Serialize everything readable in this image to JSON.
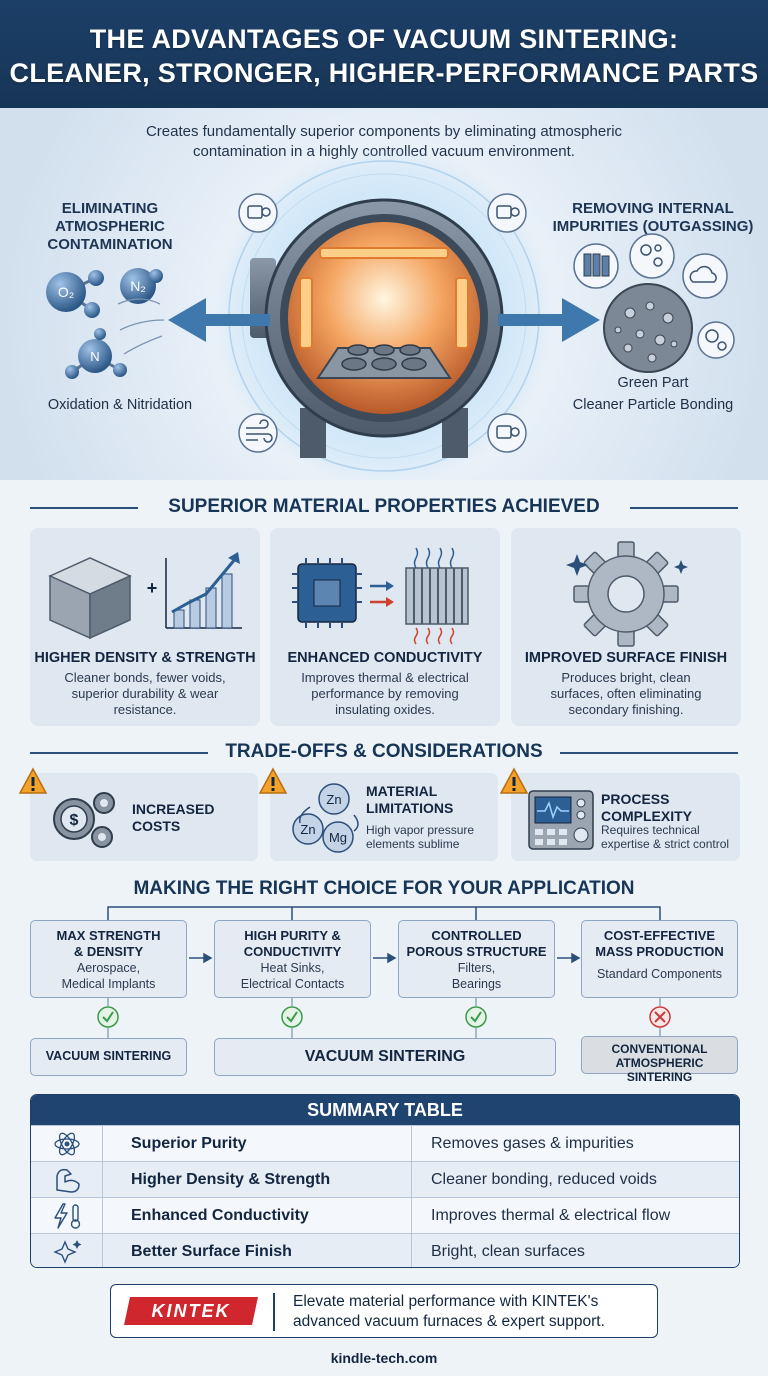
{
  "header": {
    "title_line1": "THE ADVANTAGES OF VACUUM SINTERING:",
    "title_line2": "CLEANER, STRONGER, HIGHER-PERFORMANCE PARTS"
  },
  "hero": {
    "intro_line1": "Creates fundamentally superior components by eliminating atmospheric",
    "intro_line2": "contamination in a highly controlled vacuum environment.",
    "left_title_line1": "ELIMINATING",
    "left_title_line2": "ATMOSPHERIC",
    "left_title_line3": "CONTAMINATION",
    "left_caption": "Oxidation & Nitridation",
    "molecules": [
      "O₂",
      "N₂",
      "N"
    ],
    "right_title_line1": "REMOVING INTERNAL",
    "right_title_line2": "IMPURITIES (OUTGASSING)",
    "right_caption_line1": "Green Part",
    "right_caption_line2": "Cleaner Particle Bonding"
  },
  "properties": {
    "heading": "SUPERIOR MATERIAL PROPERTIES ACHIEVED",
    "items": [
      {
        "name": "HIGHER DENSITY & STRENGTH",
        "desc_line1": "Cleaner bonds, fewer voids,",
        "desc_line2": "superior durability & wear",
        "desc_line3": "resistance.",
        "icon": "metal-block-chart-icon"
      },
      {
        "name": "ENHANCED CONDUCTIVITY",
        "desc_line1": "Improves thermal & electrical",
        "desc_line2": "performance by removing",
        "desc_line3": "insulating oxides.",
        "icon": "chip-heatsink-icon"
      },
      {
        "name": "IMPROVED SURFACE FINISH",
        "desc_line1": "Produces bright, clean",
        "desc_line2": "surfaces, often eliminating",
        "desc_line3": "secondary finishing.",
        "icon": "gear-sparkle-icon"
      }
    ]
  },
  "tradeoffs": {
    "heading": "TRADE-OFFS & CONSIDERATIONS",
    "items": [
      {
        "title_line1": "INCREASED",
        "title_line2": "COSTS",
        "desc_line1": "",
        "desc_line2": ""
      },
      {
        "title_line1": "MATERIAL",
        "title_line2": "LIMITATIONS",
        "desc_line1": "High vapor pressure",
        "desc_line2": "elements sublime",
        "elements": [
          "Zn",
          "Zn",
          "Mg"
        ]
      },
      {
        "title_line1": "PROCESS",
        "title_line2": "COMPLEXITY",
        "desc_line1": "Requires technical",
        "desc_line2": "expertise & strict control"
      }
    ]
  },
  "choice": {
    "heading": "MAKING THE RIGHT CHOICE FOR YOUR APPLICATION",
    "options": [
      {
        "title_line1": "MAX STRENGTH",
        "title_line2": "& DENSITY",
        "desc_line1": "Aerospace,",
        "desc_line2": "Medical Implants"
      },
      {
        "title_line1": "HIGH PURITY &",
        "title_line2": "CONDUCTIVITY",
        "desc_line1": "Heat Sinks,",
        "desc_line2": "Electrical Contacts"
      },
      {
        "title_line1": "CONTROLLED",
        "title_line2": "POROUS STRUCTURE",
        "desc_line1": "Filters,",
        "desc_line2": "Bearings"
      },
      {
        "title_line1": "COST-EFFECTIVE",
        "title_line2": "MASS PRODUCTION",
        "desc_line1": "Standard Components",
        "desc_line2": ""
      }
    ],
    "results": {
      "left": "VACUUM SINTERING",
      "middle": "VACUUM SINTERING",
      "right_line1": "CONVENTIONAL",
      "right_line2": "ATMOSPHERIC SINTERING"
    }
  },
  "summary": {
    "heading": "SUMMARY TABLE",
    "rows": [
      {
        "key": "Superior Purity",
        "value": "Removes gases & impurities",
        "icon": "atom-icon"
      },
      {
        "key": "Higher Density & Strength",
        "value": "Cleaner bonding, reduced voids",
        "icon": "flexed-arm-icon"
      },
      {
        "key": "Enhanced Conductivity",
        "value": "Improves thermal & electrical flow",
        "icon": "bolt-thermometer-icon"
      },
      {
        "key": "Better Surface Finish",
        "value": "Bright, clean surfaces",
        "icon": "sparkle-icon"
      }
    ]
  },
  "footer": {
    "logo": "KINTEK",
    "text_line1": "Elevate material performance with KINTEK's",
    "text_line2": "advanced vacuum furnaces & expert support.",
    "url": "kindle-tech.com"
  }
}
